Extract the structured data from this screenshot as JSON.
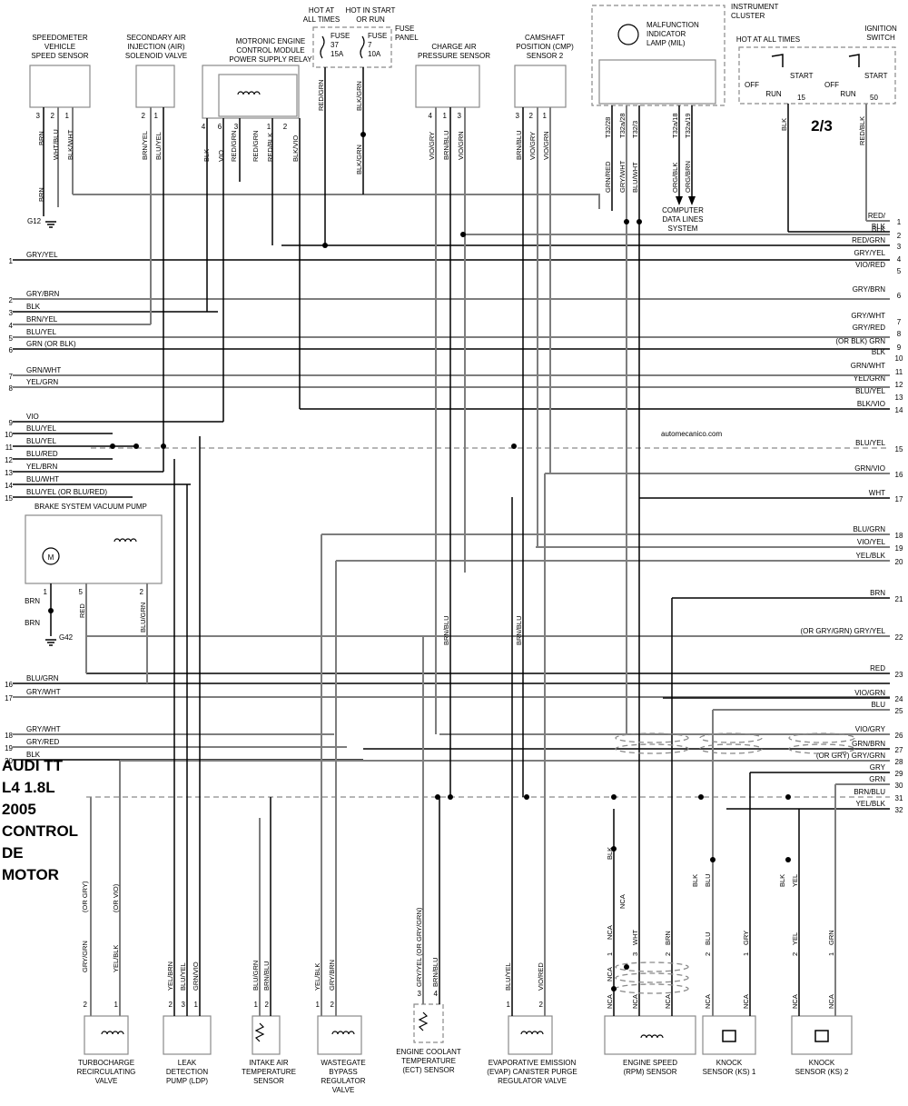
{
  "title": {
    "lines": [
      "AUDI TT",
      "L4 1.8L",
      "2005",
      "CONTROL",
      "DE",
      "MOTOR"
    ],
    "page": "2/3",
    "watermark": "automecanico.com"
  },
  "top": {
    "fuse_panel": {
      "hot_at_all_times": [
        "HOT AT",
        "ALL TIMES"
      ],
      "hot_in_start": [
        "HOT IN START",
        "OR RUN"
      ],
      "label": [
        "FUSE",
        "PANEL"
      ],
      "fuse1": [
        "FUSE",
        "37",
        "15A"
      ],
      "fuse2": [
        "FUSE",
        "7",
        "10A"
      ]
    },
    "instrument_cluster": [
      "INSTRUMENT",
      "CLUSTER"
    ],
    "mil": [
      "MALFUNCTION",
      "INDICATOR",
      "LAMP (MIL)"
    ],
    "ignition_switch": {
      "title": [
        "IGNITION",
        "SWITCH"
      ],
      "hot": "HOT AT ALL TIMES",
      "off": "OFF",
      "start": "START",
      "run": "RUN",
      "t15": "15",
      "t50": "50"
    },
    "computer_data": [
      "COMPUTER",
      "DATA LINES",
      "SYSTEM"
    ]
  },
  "components": [
    {
      "id": "vss",
      "label": [
        "SPEEDOMETER",
        "VEHICLE",
        "SPEED SENSOR"
      ]
    },
    {
      "id": "air",
      "label": [
        "SECONDARY AIR",
        "INJECTION (AIR)",
        "SOLENOID VALVE"
      ]
    },
    {
      "id": "relay",
      "label": [
        "MOTRONIC ENGINE",
        "CONTROL MODULE",
        "POWER SUPPLY RELAY"
      ]
    },
    {
      "id": "charge",
      "label": [
        "CHARGE AIR",
        "PRESSURE SENSOR"
      ]
    },
    {
      "id": "cmp",
      "label": [
        "CAMSHAFT",
        "POSITION (CMP)",
        "SENSOR 2"
      ]
    },
    {
      "id": "brake",
      "label": [
        "BRAKE SYSTEM VACUUM PUMP"
      ]
    },
    {
      "id": "turbo",
      "label": [
        "TURBOCHARGE",
        "RECIRCULATING",
        "VALVE"
      ]
    },
    {
      "id": "ldp",
      "label": [
        "LEAK",
        "DETECTION",
        "PUMP (LDP)"
      ]
    },
    {
      "id": "iat",
      "label": [
        "INTAKE AIR",
        "TEMPERATURE",
        "SENSOR"
      ]
    },
    {
      "id": "wastegate",
      "label": [
        "WASTEGATE",
        "BYPASS",
        "REGULATOR",
        "VALVE"
      ]
    },
    {
      "id": "ect",
      "label": [
        "ENGINE COOLANT",
        "TEMPERATURE",
        "(ECT) SENSOR"
      ]
    },
    {
      "id": "evap",
      "label": [
        "EVAPORATIVE EMISSION",
        "(EVAP) CANISTER PURGE",
        "REGULATOR VALVE"
      ]
    },
    {
      "id": "rpm",
      "label": [
        "ENGINE SPEED",
        "(RPM) SENSOR"
      ]
    },
    {
      "id": "ks1",
      "label": [
        "KNOCK",
        "SENSOR (KS) 1"
      ]
    },
    {
      "id": "ks2",
      "label": [
        "KNOCK",
        "SENSOR (KS) 2"
      ]
    }
  ],
  "grounds": [
    "G12",
    "G42"
  ],
  "left_terminals": [
    {
      "n": "1",
      "c": "GRY/YEL"
    },
    {
      "n": "2",
      "c": "GRY/BRN"
    },
    {
      "n": "3",
      "c": "BLK"
    },
    {
      "n": "4",
      "c": "BRN/YEL"
    },
    {
      "n": "5",
      "c": "BLU/YEL"
    },
    {
      "n": "6",
      "c": "GRN    (OR BLK)"
    },
    {
      "n": "7",
      "c": "GRN/WHT"
    },
    {
      "n": "8",
      "c": "YEL/GRN"
    },
    {
      "n": "9",
      "c": "VIO"
    },
    {
      "n": "10",
      "c": "BLU/YEL"
    },
    {
      "n": "11",
      "c": "BLU/YEL"
    },
    {
      "n": "12",
      "c": "BLU/RED"
    },
    {
      "n": "13",
      "c": "YEL/BRN"
    },
    {
      "n": "14",
      "c": "BLU/WHT"
    },
    {
      "n": "15",
      "c": "BLU/YEL (OR BLU/RED)"
    },
    {
      "n": "16",
      "c": "BLU/GRN"
    },
    {
      "n": "17",
      "c": "GRY/WHT"
    },
    {
      "n": "18",
      "c": "GRY/WHT"
    },
    {
      "n": "19",
      "c": "GRY/RED"
    },
    {
      "n": "20",
      "c": "BLK"
    }
  ],
  "right_terminals": [
    {
      "n": "1",
      "c": "RED/"
    },
    {
      "n": "",
      "c": "BLK"
    },
    {
      "n": "2",
      "c": "BLK"
    },
    {
      "n": "3",
      "c": "RED/GRN"
    },
    {
      "n": "4",
      "c": "GRY/YEL"
    },
    {
      "n": "5",
      "c": "VIO/RED"
    },
    {
      "n": "6",
      "c": "GRY/BRN"
    },
    {
      "n": "7",
      "c": "GRY/WHT"
    },
    {
      "n": "8",
      "c": "GRY/RED"
    },
    {
      "n": "9",
      "c": "(OR BLK)   GRN"
    },
    {
      "n": "10",
      "c": "BLK"
    },
    {
      "n": "11",
      "c": "GRN/WHT"
    },
    {
      "n": "12",
      "c": "YEL/GRN"
    },
    {
      "n": "13",
      "c": "BLU/YEL"
    },
    {
      "n": "14",
      "c": "BLK/VIO"
    },
    {
      "n": "15",
      "c": "BLU/YEL"
    },
    {
      "n": "16",
      "c": "GRN/VIO"
    },
    {
      "n": "17",
      "c": "WHT"
    },
    {
      "n": "18",
      "c": "BLU/GRN"
    },
    {
      "n": "19",
      "c": "VIO/YEL"
    },
    {
      "n": "20",
      "c": "YEL/BLK"
    },
    {
      "n": "21",
      "c": "BRN"
    },
    {
      "n": "22",
      "c": "(OR GRY/GRN) GRY/YEL"
    },
    {
      "n": "23",
      "c": "RED"
    },
    {
      "n": "24",
      "c": "VIO/GRN"
    },
    {
      "n": "25",
      "c": "BLU"
    },
    {
      "n": "26",
      "c": "VIO/GRY"
    },
    {
      "n": "27",
      "c": "GRN/BRN"
    },
    {
      "n": "28",
      "c": "(OR GRY)   GRY/GRN"
    },
    {
      "n": "29",
      "c": "GRY"
    },
    {
      "n": "30",
      "c": "GRN"
    },
    {
      "n": "31",
      "c": "BRN/BLU"
    },
    {
      "n": "32",
      "c": "YEL/BLK"
    }
  ],
  "wire_labels": {
    "vss": [
      "BRN",
      "WHT/BLU",
      "BLK/WHT",
      "BRN"
    ],
    "vss_pins": [
      "3",
      "2",
      "1"
    ],
    "air": [
      "BRN/YEL",
      "BLU/YEL"
    ],
    "air_pins": [
      "2",
      "1"
    ],
    "relay": [
      "BLK",
      "VIO",
      "RED/GRN",
      "RED/GRN",
      "RED/BLK",
      "BLK/VIO"
    ],
    "relay_pins": [
      "4",
      "6",
      "3",
      "1",
      "2"
    ],
    "fuse": [
      "RED/GRN",
      "BLK/GRN",
      "BLK/GRN"
    ],
    "charge": [
      "VIO/GRY",
      "BRN/BLU",
      "VIO/GRN"
    ],
    "charge_pins": [
      "4",
      "1",
      "3"
    ],
    "cmp": [
      "BRN/BLU",
      "VIO/GRY",
      "VIO/GRN"
    ],
    "cmp_pins": [
      "3",
      "2",
      "1"
    ],
    "cluster": [
      "T32/28",
      "T32a/28",
      "T32/3",
      "T32a/18",
      "T32a/19"
    ],
    "cluster_wires": [
      "GRN/RED",
      "GRY/WHT",
      "BLU/WHT",
      "ORG/BLK",
      "ORG/BRN"
    ],
    "ign": [
      "BLK",
      "RED/BLK"
    ],
    "brake": [
      "BRN",
      "BRN",
      "RED",
      "BLU/GRN"
    ],
    "brake_pins": [
      "1",
      "5",
      "2"
    ],
    "mid": [
      "BRN/BLU",
      "BRN/BLU"
    ],
    "turbo": [
      "GRY/GRN",
      "(OR GRY)",
      "YEL/BLK",
      "(OR VIO)"
    ],
    "turbo_pins": [
      "2",
      "1"
    ],
    "ldp": [
      "YEL/BRN",
      "BLU/YEL",
      "GRN/VIO"
    ],
    "ldp_pins": [
      "2",
      "3",
      "1"
    ],
    "iat": [
      "BLU/GRN",
      "BRN/BLU"
    ],
    "iat_pins": [
      "1",
      "2"
    ],
    "wastegate": [
      "YEL/BLK",
      "GRY/BRN"
    ],
    "wastegate_pins": [
      "1",
      "2"
    ],
    "ect": [
      "GRY/YEL (OR GRY/GRN)",
      "BRN/BLU"
    ],
    "ect_pins": [
      "3",
      "4"
    ],
    "evap": [
      "BLU/YEL",
      "VIO/RED"
    ],
    "evap_pins": [
      "1",
      "2"
    ],
    "rpm": [
      "BLK",
      "NCA",
      "NCA",
      "NCA",
      "WHT",
      "BRN"
    ],
    "rpm_pins": [
      "1",
      "3",
      "2"
    ],
    "rpm_nca": [
      "NCA",
      "NCA",
      "NCA"
    ],
    "ks1": [
      "BLK",
      "BLU",
      "BLU",
      "GRY"
    ],
    "ks1_pins": [
      "2",
      "1"
    ],
    "ks1_nca": [
      "NCA",
      "NCA"
    ],
    "ks2": [
      "BLK",
      "YEL",
      "YEL",
      "GRN"
    ],
    "ks2_pins": [
      "2",
      "1"
    ],
    "ks2_nca": [
      "NCA",
      "NCA"
    ],
    "brake_m": "M"
  }
}
